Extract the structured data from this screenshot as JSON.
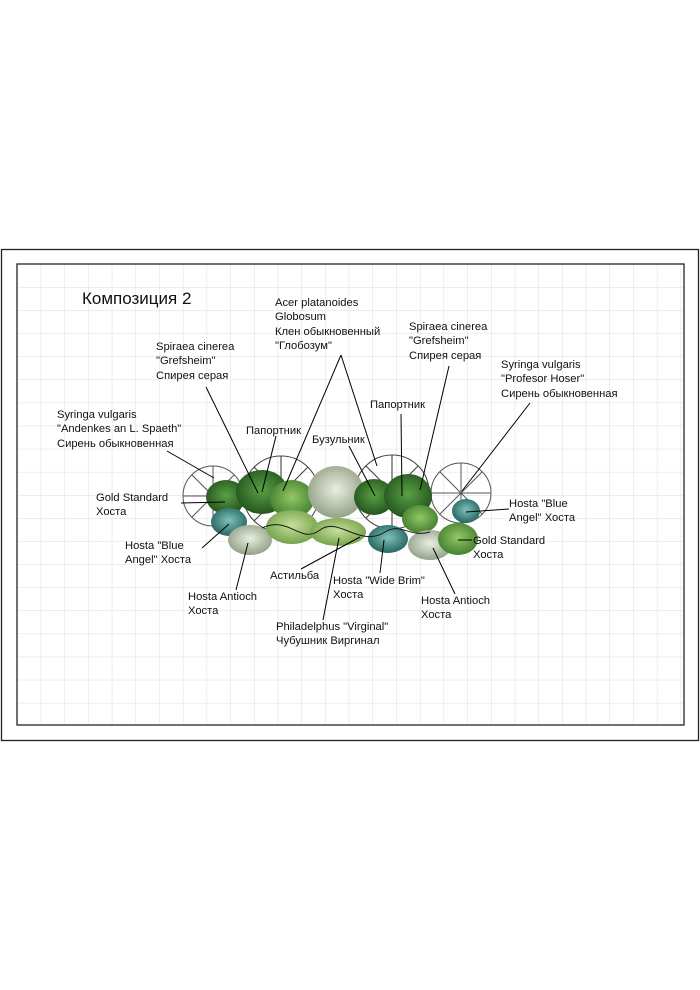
{
  "title": "Композиция 2",
  "labels": {
    "acer": "Acer platanoides\nGlobosum\nКлен обыкновенный\n\"Глобозум\"",
    "spiraea_left": "Spiraea cinerea\n\"Grefsheim\"\nСпирея серая",
    "spiraea_right": "Spiraea cinerea\n\"Grefsheim\"\nСпирея серая",
    "syringa_right": "Syringa vulgaris\n\"Profesor Hoser\"\nСирень обыкновенная",
    "syringa_left": "Syringa vulgaris\n\"Andenkes an L. Spaeth\"\nСирень обыкновенная",
    "fern_left": "Папортник",
    "fern_right": "Папортник",
    "buzulnik": "Бузульник",
    "gold_left": "Gold Standard\nХоста",
    "gold_right": "Gold Standard\nХоста",
    "blue_angel_left": "Hosta \"Blue\nAngel\" Хоста",
    "blue_angel_right": "Hosta \"Blue\nAngel\" Хоста",
    "astilbe": "Астильба",
    "wide_brim": "Hosta \"Wide Brim\"\nХоста",
    "antioch_left": "Hosta Antioch\nХоста",
    "antioch_right": "Hosta Antioch\nХоста",
    "philadelphus": "Philadelphus \"Virginal\"\nЧубушник Виргинал"
  },
  "colors": {
    "frame": "#222222",
    "grid": "#d4d4d4",
    "leader": "#000000",
    "dark_green": "#2f6b2a",
    "mid_green": "#4e8f3a",
    "light_green": "#8cbf5a",
    "teal": "#3f8f8a",
    "grey_green": "#9aa88f"
  }
}
